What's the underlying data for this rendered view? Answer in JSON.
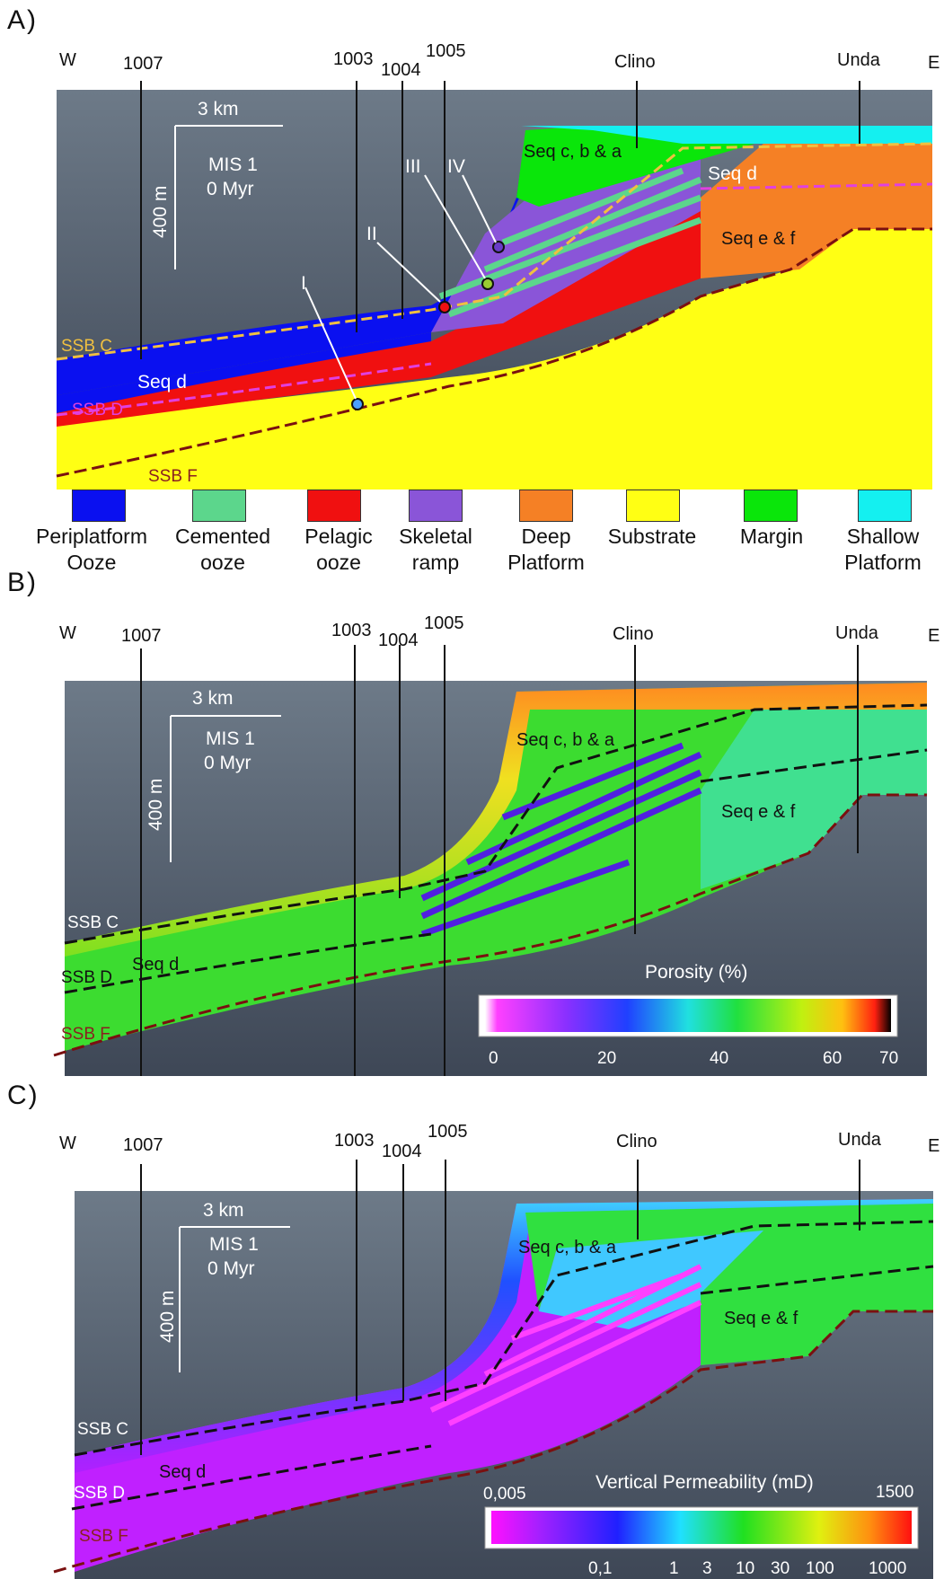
{
  "panels": [
    {
      "id": "A)",
      "west": "W",
      "east": "E",
      "wells": [
        "1007",
        "1003",
        "1004",
        "1005",
        "Clino",
        "Unda"
      ],
      "scale_km": "3 km",
      "scale_m": "400 m",
      "time_label": "MIS 1",
      "time_value": "0 Myr",
      "sequences": [
        "Seq c, b & a",
        "Seq d",
        "Seq e & f",
        "Seq d"
      ],
      "boundaries": [
        "SSB C",
        "SSB D",
        "SSB F"
      ],
      "markers": [
        "I",
        "II",
        "III",
        "IV"
      ]
    },
    {
      "id": "B)",
      "west": "W",
      "east": "E",
      "wells": [
        "1007",
        "1003",
        "1004",
        "1005",
        "Clino",
        "Unda"
      ],
      "scale_km": "3 km",
      "scale_m": "400 m",
      "time_label": "MIS 1",
      "time_value": "0 Myr",
      "sequences": [
        "Seq c, b & a",
        "Seq e & f",
        "Seq d"
      ],
      "boundaries": [
        "SSB C",
        "SSB D",
        "SSB F"
      ],
      "colorbar_title": "Porosity (%)",
      "colorbar_ticks": [
        "0",
        "20",
        "40",
        "60",
        "70"
      ]
    },
    {
      "id": "C)",
      "west": "W",
      "east": "E",
      "wells": [
        "1007",
        "1003",
        "1004",
        "1005",
        "Clino",
        "Unda"
      ],
      "scale_km": "3 km",
      "scale_m": "400 m",
      "time_label": "MIS 1",
      "time_value": "0 Myr",
      "sequences": [
        "Seq c, b & a",
        "Seq e & f",
        "Seq d"
      ],
      "boundaries": [
        "SSB C",
        "SSB D",
        "SSB F"
      ],
      "colorbar_title": "Vertical Permeability (mD)",
      "colorbar_min": "0,005",
      "colorbar_max": "1500",
      "colorbar_ticks": [
        "0,1",
        "1",
        "3",
        "10",
        "30",
        "100",
        "1000"
      ]
    }
  ],
  "legend": [
    {
      "label_1": "Periplatform",
      "label_2": "Ooze",
      "color": "#0a10f0"
    },
    {
      "label_1": "Cemented",
      "label_2": "ooze",
      "color": "#5cd68c"
    },
    {
      "label_1": "Pelagic",
      "label_2": "ooze",
      "color": "#f01010"
    },
    {
      "label_1": "Skeletal",
      "label_2": "ramp",
      "color": "#8a55d8"
    },
    {
      "label_1": "Deep",
      "label_2": "Platform",
      "color": "#f58025"
    },
    {
      "label_1": "Substrate",
      "label_2": "",
      "color": "#ffff14"
    },
    {
      "label_1": "Margin",
      "label_2": "",
      "color": "#0ae60a"
    },
    {
      "label_1": "Shallow",
      "label_2": "Platform",
      "color": "#14f0f0"
    }
  ]
}
